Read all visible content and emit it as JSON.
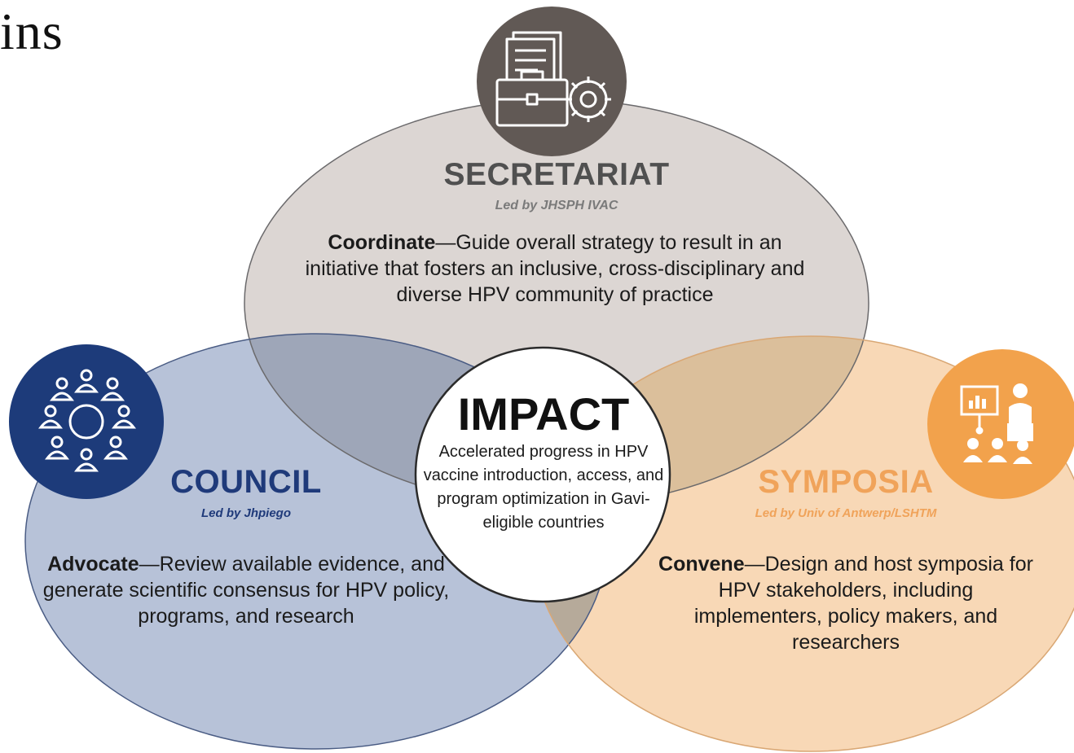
{
  "corner_text": "ins",
  "colors": {
    "secretariat_fill": "#dcd6d3",
    "secretariat_icon_bg": "#615955",
    "council_fill": "#b7c2d8",
    "council_icon_bg": "#1d3b7a",
    "symposia_fill": "#f8d8b6",
    "symposia_icon_bg": "#f2a24c"
  },
  "secretariat": {
    "icon": "documents-briefcase-gear-icon",
    "title": "SECRETARIAT",
    "lead": "Led by JHSPH IVAC",
    "verb": "Coordinate",
    "description": "—Guide overall strategy to result in an initiative that fosters an inclusive, cross-disciplinary and diverse HPV community of practice"
  },
  "council": {
    "icon": "people-circle-network-icon",
    "title": "COUNCIL",
    "lead": "Led by Jhpiego",
    "verb": "Advocate",
    "description": "—Review available evidence, and generate scientific consensus for HPV policy, programs, and research"
  },
  "symposia": {
    "icon": "presentation-audience-icon",
    "title": "SYMPOSIA",
    "lead": "Led by Univ of Antwerp/LSHTM",
    "verb": "Convene",
    "description": "—Design and host symposia for HPV stakeholders, including implementers, policy makers, and researchers"
  },
  "impact": {
    "title": "IMPACT",
    "description": "Accelerated progress in HPV vaccine introduction, access, and program optimization in Gavi-eligible countries"
  }
}
